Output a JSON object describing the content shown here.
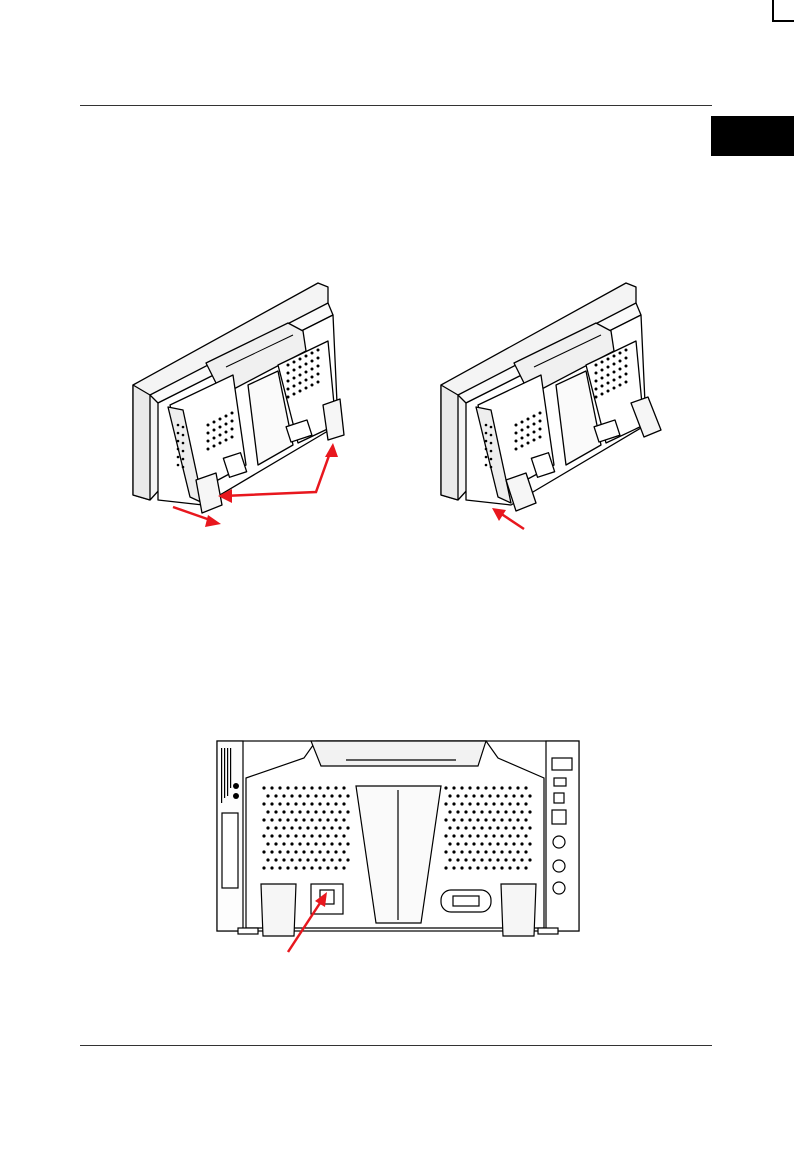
{
  "page": {
    "header_text": "",
    "footer_text": "",
    "side_tab_label": ""
  },
  "figures": {
    "stand_illustration": {
      "left_view": "legs-folded",
      "right_view": "legs-unfolded"
    },
    "rear_panel_illustration": {
      "callout": "power-socket"
    }
  },
  "colors": {
    "arrow": "#e8171e",
    "line": "#000000",
    "rule": "#333333",
    "tab": "#000000"
  }
}
